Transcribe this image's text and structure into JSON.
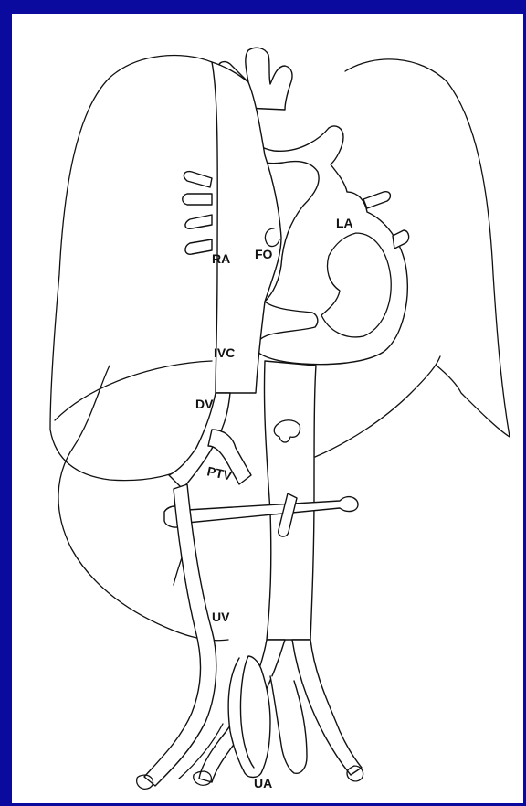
{
  "colors": {
    "frame_border": "#0a0a9e",
    "background": "#ffffff",
    "line": "#111111"
  },
  "labels": {
    "ra": "RA",
    "fo": "FO",
    "la": "LA",
    "ivc": "IVC",
    "dv": "DV",
    "ptv": "PTV",
    "uv": "UV",
    "ua": "UA"
  }
}
